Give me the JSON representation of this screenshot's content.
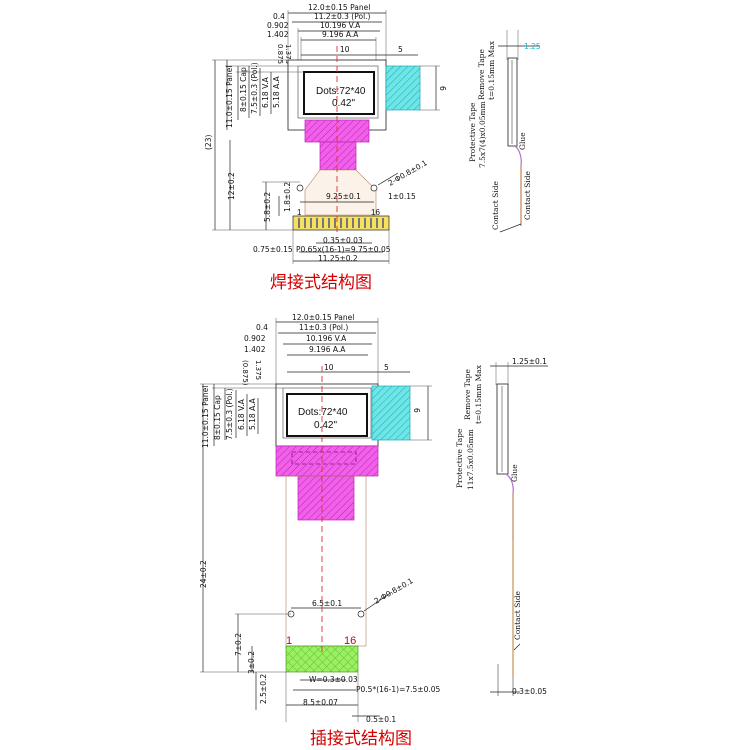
{
  "colors": {
    "accent_red": "#d40000",
    "magenta": "#ee33dd",
    "cyan": "#33d8d8",
    "green": "#88ee55",
    "flex": "#d4a070"
  },
  "top": {
    "dims": {
      "panel_width": "12.0±0.15 Panel",
      "pol_width": "11.2±0.3 (Pol.)",
      "va_width": "10.196 V.A",
      "aa_width": "9.196 A.A",
      "offset_04": "0.4",
      "offset_0902": "0.902",
      "offset_1402": "1.402",
      "offset_1375": "1.375",
      "offset_0875": "0.875",
      "aa_height": "5.18 A.A",
      "va_height": "6.18 V.A",
      "pol_height": "7.5±0.3 (Pol.)",
      "cap_height": "8±0.15 Cap",
      "panel_height": "11.0±0.15 Panel",
      "total_23": "(23)",
      "length_12": "12±0.2",
      "ten": "10",
      "five": "5",
      "six": "6",
      "hole": "2-Φ0.8±0.1",
      "hole_pitch": "9.25±0.1",
      "edge_1": "1±0.15",
      "h_18": "1.8±0.2",
      "h_58": "5.8±0.2",
      "pin_width": "0.35±0.03",
      "pin_pitch": "P0.65x(16-1)=9.75±0.05",
      "edge_075": "0.75±0.15",
      "fpc_width": "11.25±0.2",
      "cyan_125": "1.25"
    },
    "display_dots": "Dots:72*40",
    "display_size": "0.42\"",
    "pin_first": "1",
    "pin_last": "16",
    "remove_tape": "Remove Tape",
    "remove_tape_spec": "t=0.15mm Max",
    "protective_tape": "Protective Tape",
    "protective_spec": "7.5x7(4)x0.05mm",
    "glue": "Glue",
    "contact_side_a": "Contact Side",
    "contact_side_b": "Contact Side",
    "caption": "焊接式结构图"
  },
  "bottom": {
    "dims": {
      "panel_width": "12.0±0.15 Panel",
      "pol_width": "11±0.3 (Pol.)",
      "va_width": "10.196 V.A",
      "aa_width": "9.196 A.A",
      "offset_04": "0.4",
      "offset_0902": "0.902",
      "offset_1402": "1.402",
      "offset_0875": "(0.875)",
      "offset_1375": "1.375",
      "aa_height": "5.18 A.A",
      "va_height": "6.18 V.A",
      "pol_height": "7.5±0.3 (Pol.)",
      "cap_height": "8±0.15 Cap",
      "panel_height": "11.0±0.15 Panel",
      "length_24": "24±0.2",
      "ten": "10",
      "five": "5",
      "six": "6",
      "hole": "2-Φ0.8±0.1",
      "hole_pitch": "6.5±0.1",
      "h_7": "7±0.2",
      "h_3": "3±0.2",
      "h_25": "2.5±0.2",
      "pin_w": "W=0.3±0.03",
      "pin_pitch": "P0.5*(16-1)=7.5±0.05",
      "fpc_width": "8.5±0.07",
      "edge_05": "0.5±0.1",
      "side_125": "1.25±0.1",
      "side_03": "0.3±0.05"
    },
    "display_dots": "Dots:72*40",
    "display_size": "0.42\"",
    "pin_first": "1",
    "pin_last": "16",
    "remove_tape": "Remove Tape",
    "remove_tape_spec": "t=0.15mm Max",
    "protective_tape": "Protective Tape",
    "protective_spec": "11x7.5x0.05mm",
    "glue": "Glue",
    "contact_side": "Contact Side",
    "caption": "插接式结构图"
  }
}
